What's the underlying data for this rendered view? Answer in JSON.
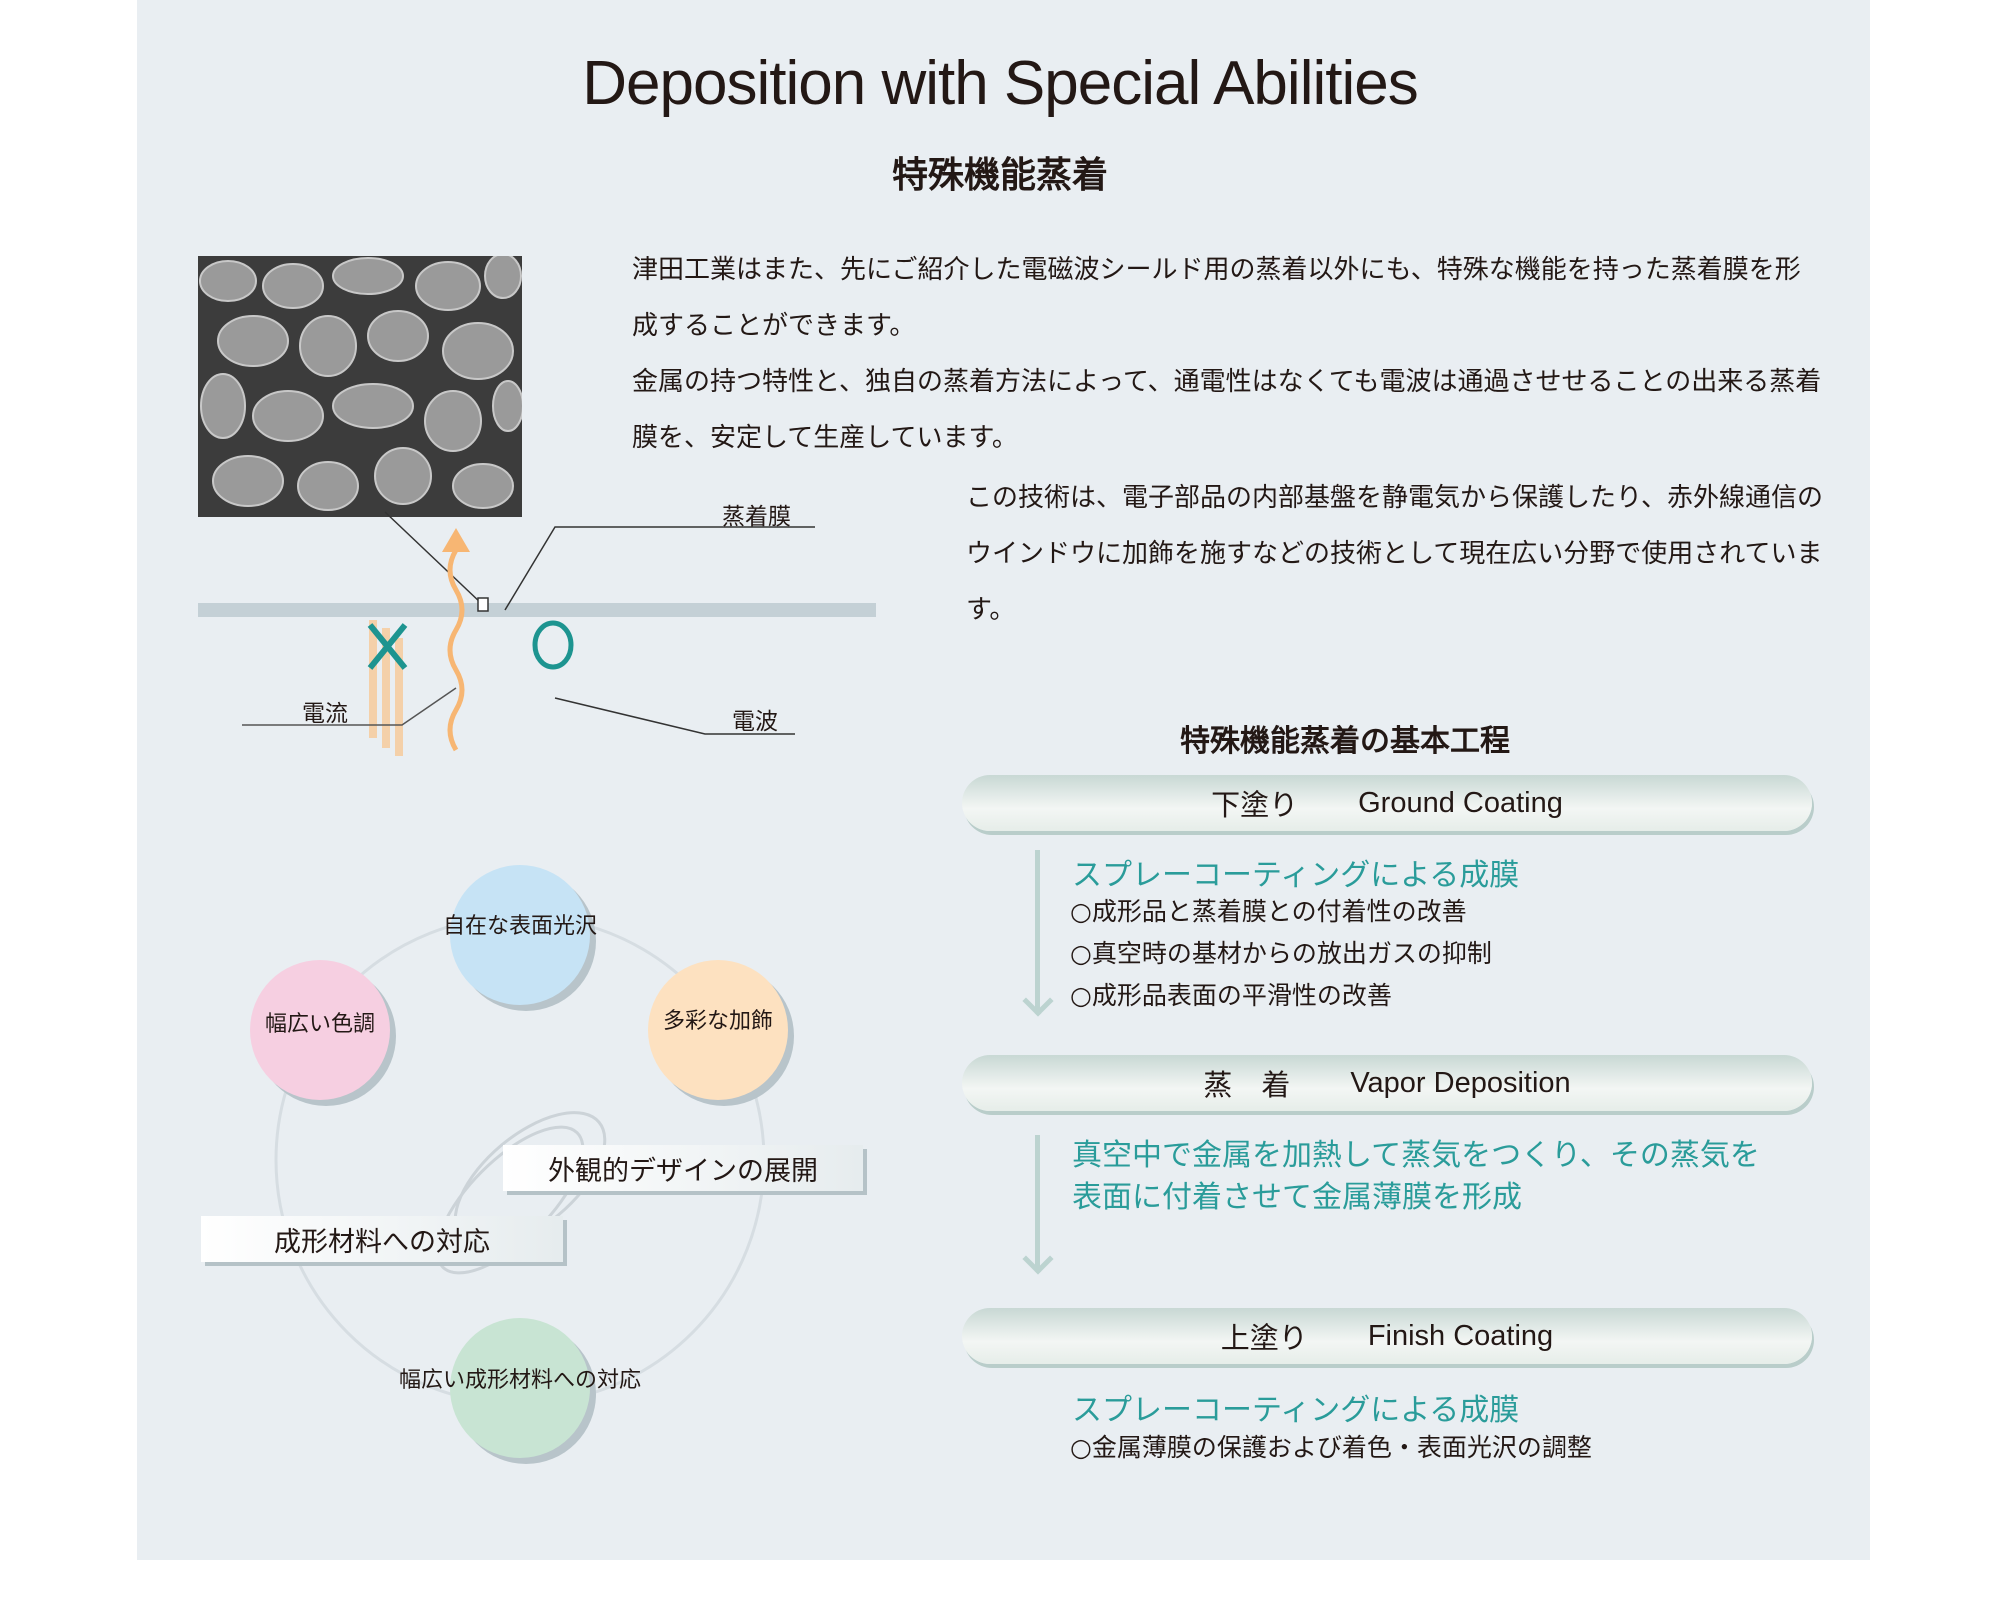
{
  "title": "Deposition with Special Abilities",
  "subtitle": "特殊機能蒸着",
  "intro": {
    "p1": "津田工業はまた、先にご紹介した電磁波シールド用の蒸着以外にも、特殊な機能を持った蒸着膜を形成することができます。",
    "p1b": "金属の持つ特性と、独自の蒸着方法によって、通電性はなくても電波は通過させせることの出来る蒸着膜を、安定して生産しています。",
    "p2": "この技術は、電子部品の内部基盤を静電気から保護したり、赤外線通信のウインドウに加飾を施すなどの技術として現在広い分野で使用されています。"
  },
  "diagram": {
    "film": "蒸着膜",
    "current": "電流",
    "wave": "電波"
  },
  "features": {
    "top": "自在な表面光沢",
    "left": "幅広い色調",
    "right": "多彩な加飾",
    "bottom": "幅広い成形材料への対応",
    "box1": "外観的デザインの展開",
    "box2": "成形材料への対応",
    "colors": {
      "top": "#c6e3f5",
      "left": "#f6cfe1",
      "right": "#fde1c0",
      "bottom": "#c8e4d3"
    }
  },
  "process": {
    "title": "特殊機能蒸着の基本工程",
    "steps": [
      {
        "jp": "下塗り",
        "en": "Ground Coating",
        "heading": "スプレーコーティングによる成膜",
        "items": [
          "○成形品と蒸着膜との付着性の改善",
          "○真空時の基材からの放出ガスの抑制",
          "○成形品表面の平滑性の改善"
        ]
      },
      {
        "jp": "蒸　着",
        "en": "Vapor Deposition",
        "heading": "真空中で金属を加熱して蒸気をつくり、その蒸気を",
        "heading2": "表面に付着させて金属薄膜を形成"
      },
      {
        "jp": "上塗り",
        "en": "Finish Coating",
        "heading": "スプレーコーティングによる成膜",
        "items": [
          "○金属薄膜の保護および着色・表面光沢の調整"
        ]
      }
    ]
  }
}
